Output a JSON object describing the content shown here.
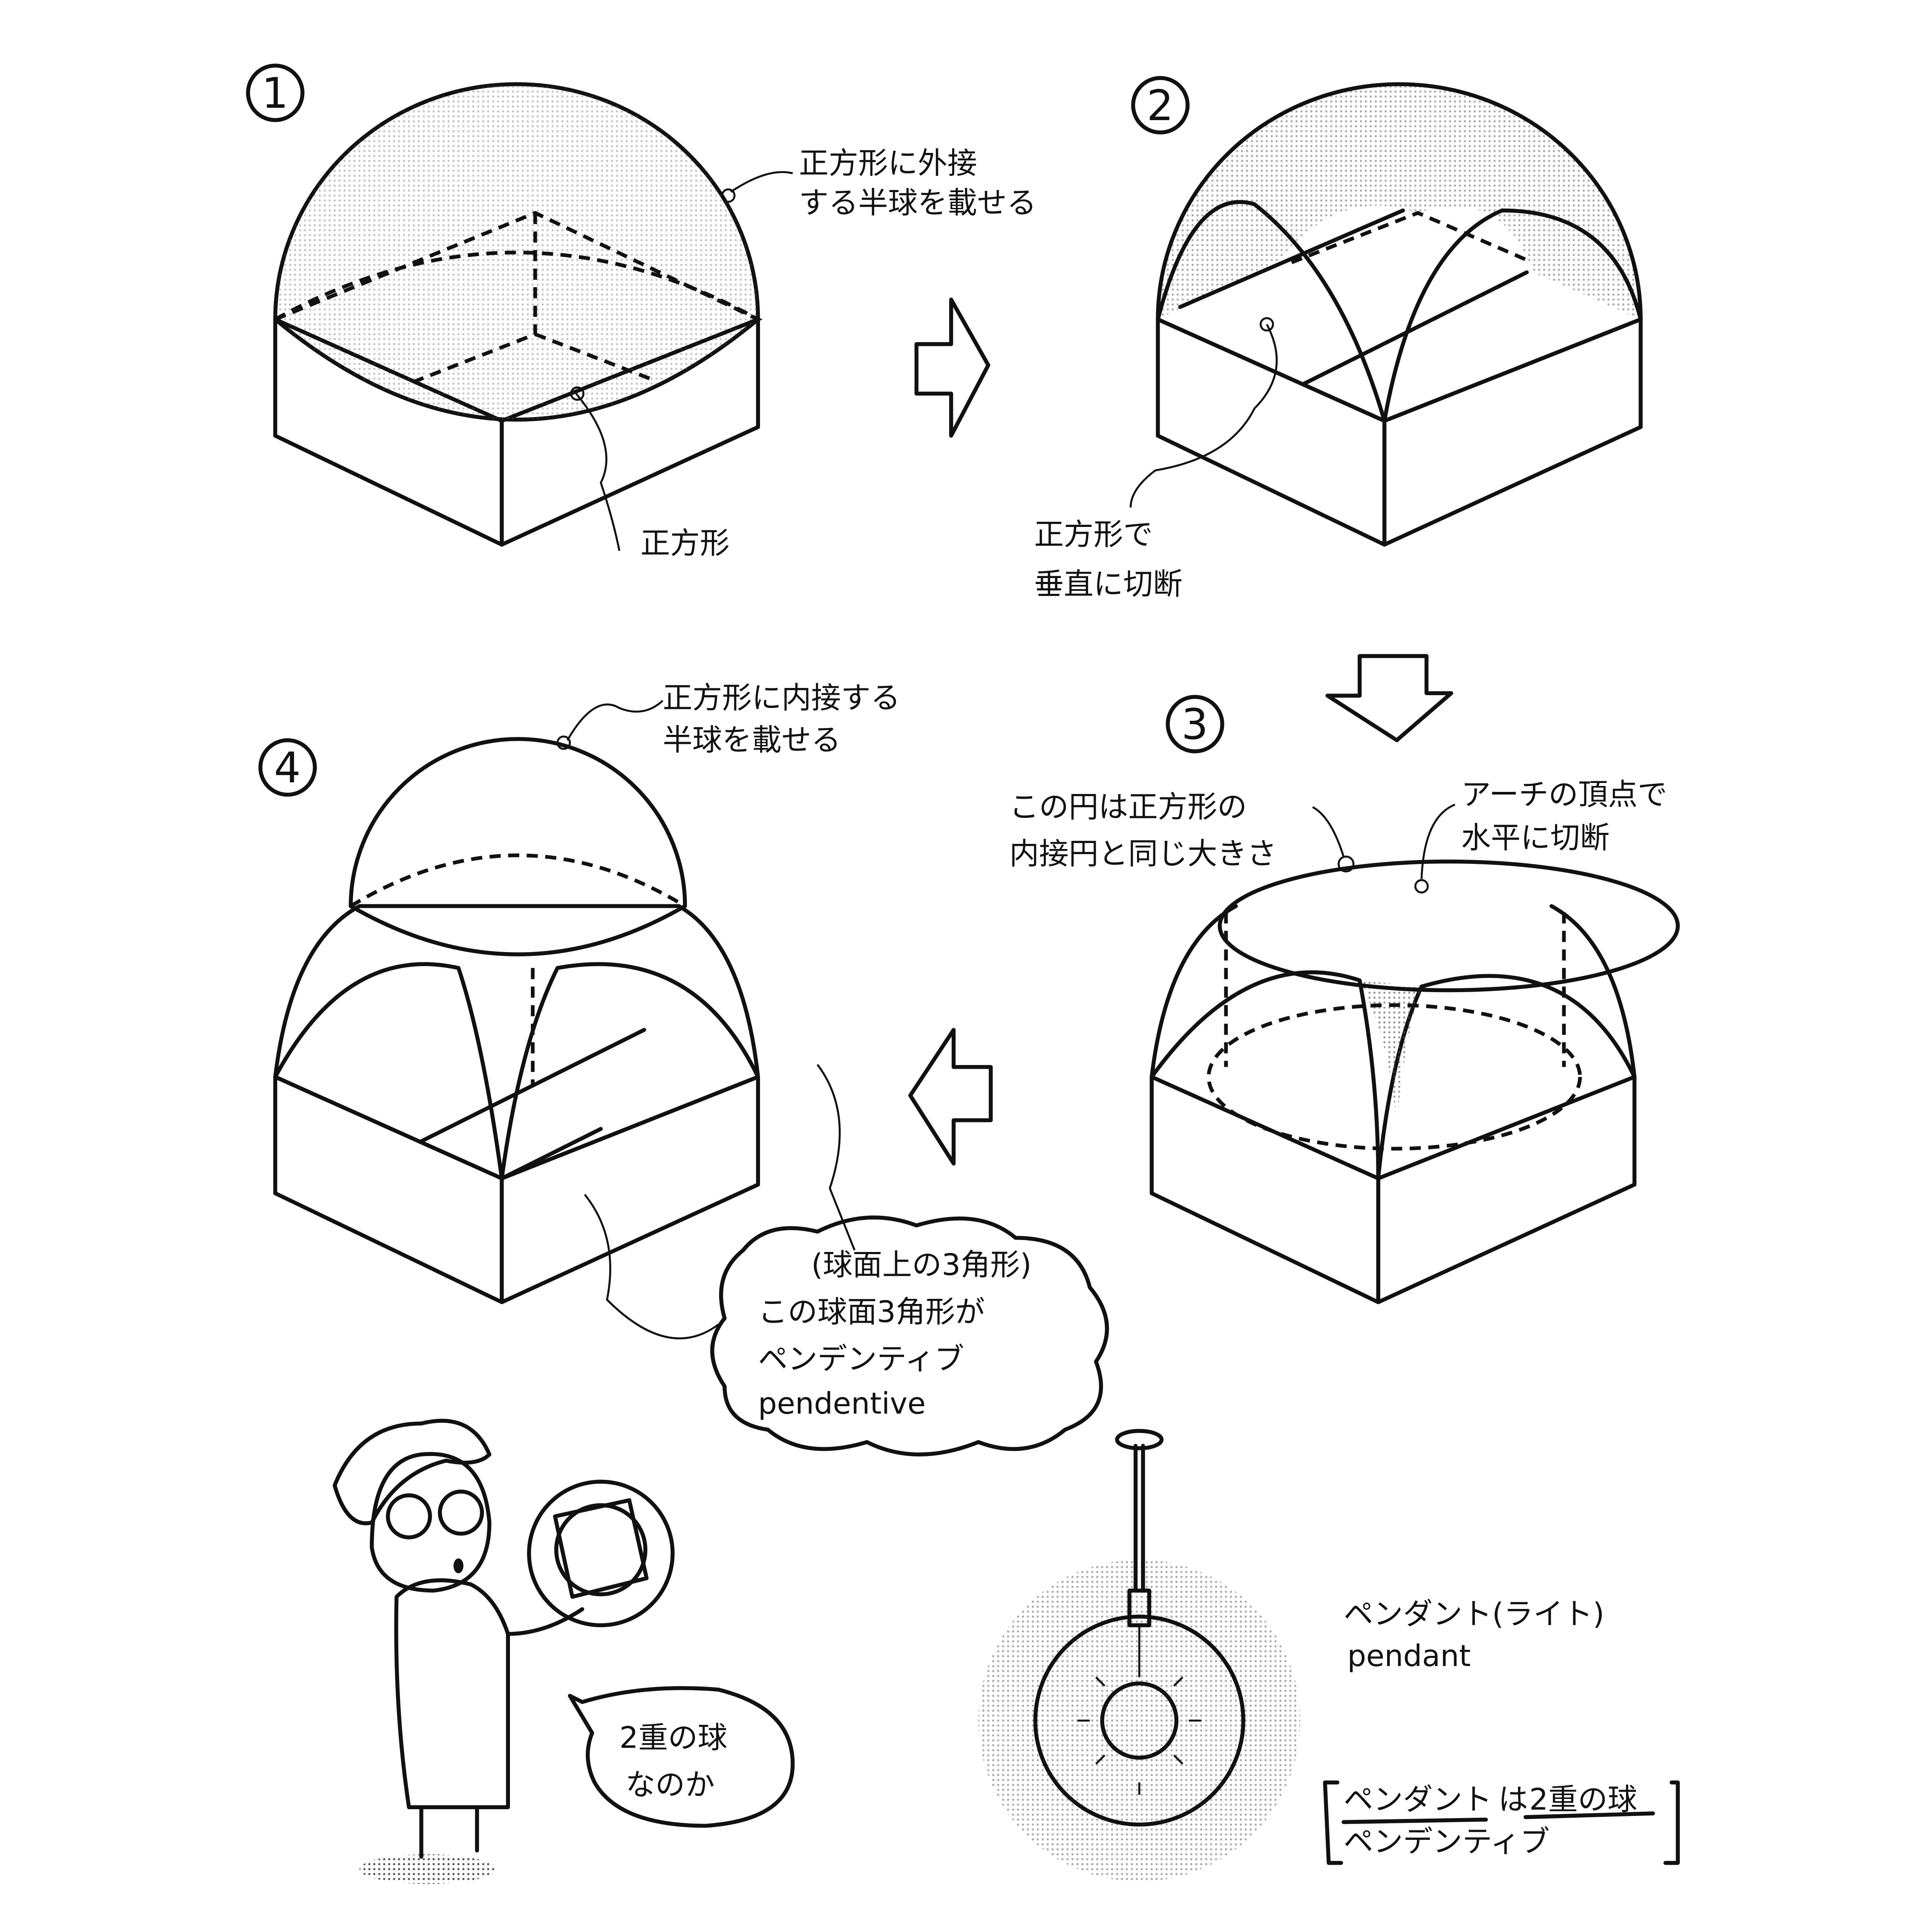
{
  "steps": {
    "s1": "1",
    "s2": "2",
    "s3": "3",
    "s4": "4"
  },
  "panel1": {
    "note_line1": "正方形に外接",
    "note_line2": "する半球を載せる",
    "square_label": "正方形"
  },
  "panel2": {
    "note_line1": "正方形で",
    "note_line2": "垂直に切断"
  },
  "panel3": {
    "circle_note_line1": "この円は正方形の",
    "circle_note_line2": "内接円と同じ大きさ",
    "cut_note_line1": "アーチの頂点で",
    "cut_note_line2": "水平に切断"
  },
  "panel4": {
    "note_line1": "正方形に内接する",
    "note_line2": "半球を載せる"
  },
  "pendentive_bubble": {
    "line1": "(球面上の3角形)",
    "line2": "この球面3角形が",
    "line3": "ペンデンティブ",
    "line4": "pendentive"
  },
  "speech_bubble": {
    "line1": "2重の球",
    "line2": "なのか"
  },
  "pendant": {
    "line1": "ペンダント(ライト)",
    "line2": "pendant"
  },
  "summary": {
    "line1_a": "ペンダント",
    "line1_b": "は",
    "line1_c": "2重の球",
    "line2": "ペンデンティブ"
  },
  "colors": {
    "ink": "#111111",
    "screen": "#bdbdbd",
    "paper": "#ffffff"
  }
}
